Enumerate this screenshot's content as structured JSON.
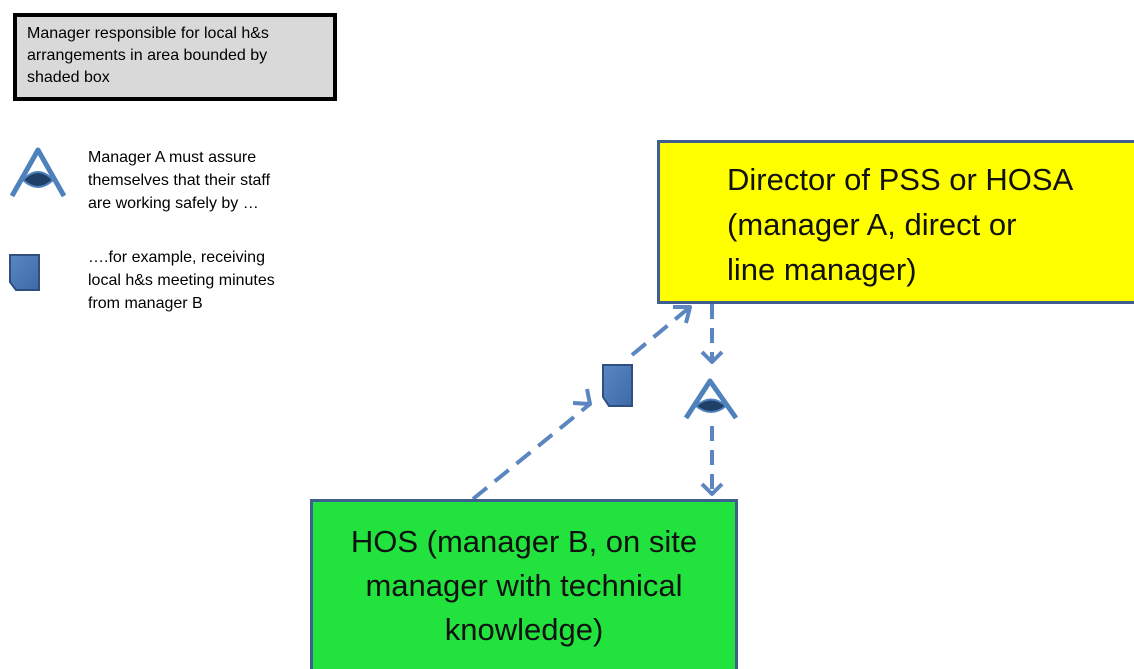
{
  "legend": {
    "shaded_box_text": "Manager responsible for local h&s\narrangements in area bounded by\nshaded box",
    "eye_text": "Manager A must assure\nthemselves that their staff\nare working safely by …",
    "document_text": "….for example, receiving\nlocal h&s meeting minutes\nfrom manager B"
  },
  "nodes": {
    "director": "Director of PSS or HOSA\n(manager A, direct or\nline manager)",
    "hos": "HOS (manager B, on site\nmanager with technical\nknowledge)"
  },
  "colors": {
    "director_fill": "#ffff00",
    "hos_fill": "#22e33d",
    "legend_fill": "#d9d9d9",
    "connector": "#5b86c0",
    "node_border": "#3f5f8f"
  },
  "icons": {
    "eye": "eye-triangle-icon",
    "document": "document-icon"
  }
}
